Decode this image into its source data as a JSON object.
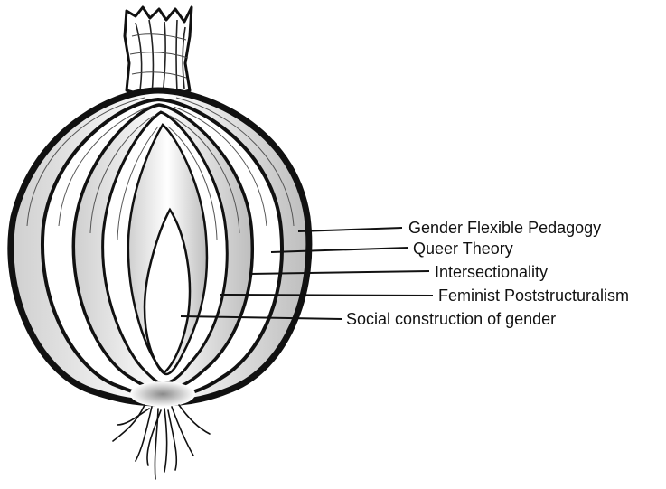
{
  "diagram": {
    "layers": [
      {
        "id": "outer",
        "label": "Gender Flexible Pedagogy"
      },
      {
        "id": "layer-2",
        "label": "Queer Theory"
      },
      {
        "id": "layer-3",
        "label": "Intersectionality"
      },
      {
        "id": "layer-4",
        "label": "Feminist Poststructuralism"
      },
      {
        "id": "core",
        "label": "Social construction of gender"
      }
    ],
    "colors": {
      "ink": "#111111",
      "background": "#ffffff",
      "shade": "#d9d9d9"
    },
    "icon": "onion-cross-section"
  }
}
